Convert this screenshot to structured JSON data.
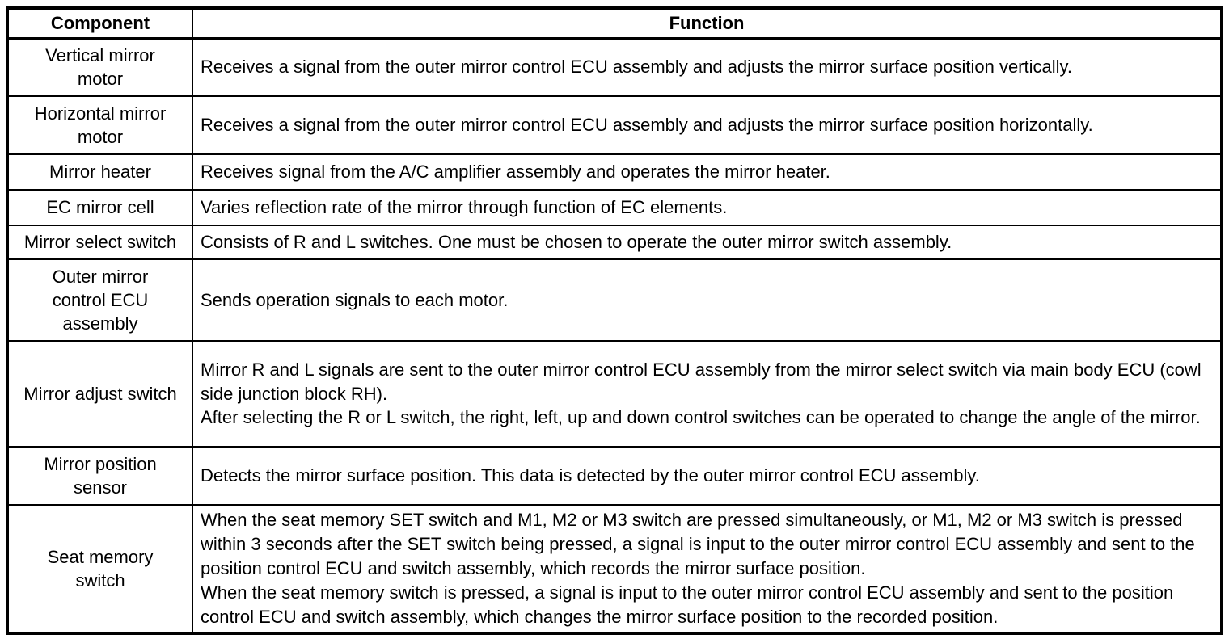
{
  "table": {
    "headers": {
      "component": "Component",
      "function": "Function"
    },
    "rows": [
      {
        "component": "Vertical mirror\nmotor",
        "function": "Receives a signal from the outer mirror control ECU assembly and adjusts the mirror surface position vertically."
      },
      {
        "component": "Horizontal mirror\nmotor",
        "function": "Receives a signal from the outer mirror control ECU assembly and adjusts the mirror surface position horizontally."
      },
      {
        "component": "Mirror heater",
        "function": "Receives signal from the A/C amplifier assembly and operates the mirror heater."
      },
      {
        "component": "EC mirror cell",
        "function": "Varies reflection rate of the mirror through function of EC elements."
      },
      {
        "component": "Mirror select switch",
        "function": "Consists of R and L switches. One must be chosen to operate the outer mirror switch assembly."
      },
      {
        "component": "Outer mirror\ncontrol ECU\nassembly",
        "function": "Sends operation signals to each motor."
      },
      {
        "component": "Mirror adjust switch",
        "function": "Mirror R and L signals are sent to the outer mirror control ECU assembly from the mirror select switch via main body ECU (cowl side junction block RH).\nAfter selecting the R or L switch, the right, left, up and down control switches can be operated to change the angle of the mirror."
      },
      {
        "component": "Mirror position\nsensor",
        "function": "Detects the mirror surface position. This data is detected by the outer mirror control ECU assembly."
      },
      {
        "component": "Seat memory\nswitch",
        "function": "When the seat memory SET switch and M1, M2 or M3 switch are pressed simultaneously, or M1, M2 or M3 switch is pressed within 3 seconds after the SET switch being pressed, a signal is input to the outer mirror control ECU assembly and sent to the position control ECU and switch assembly, which records the mirror surface position.\nWhen the seat memory switch is pressed, a signal is input to the outer mirror control ECU assembly and sent to the position control ECU and switch assembly, which changes the mirror surface position to the recorded position."
      }
    ]
  }
}
